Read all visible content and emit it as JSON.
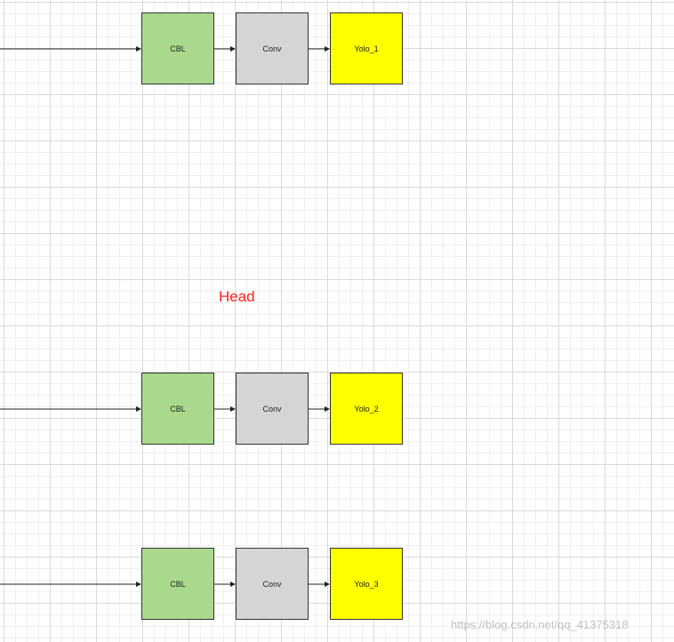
{
  "head_label": "Head",
  "colors": {
    "cbl": "#aad98e",
    "conv": "#d5d5d5",
    "yolo": "#ffff00",
    "head_label": "#ff2020",
    "arrow": "#222222"
  },
  "rows": [
    {
      "blocks": [
        {
          "kind": "cbl",
          "label": "CBL"
        },
        {
          "kind": "conv",
          "label": "Conv"
        },
        {
          "kind": "yolo",
          "label": "Yolo_1"
        }
      ]
    },
    {
      "blocks": [
        {
          "kind": "cbl",
          "label": "CBL"
        },
        {
          "kind": "conv",
          "label": "Conv"
        },
        {
          "kind": "yolo",
          "label": "Yolo_2"
        }
      ]
    },
    {
      "blocks": [
        {
          "kind": "cbl",
          "label": "CBL"
        },
        {
          "kind": "conv",
          "label": "Conv"
        },
        {
          "kind": "yolo",
          "label": "Yolo_3"
        }
      ]
    }
  ],
  "watermark": "https://blog.csdn.net/qq_41375318"
}
